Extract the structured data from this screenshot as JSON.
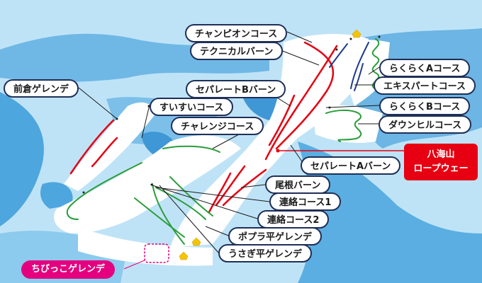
{
  "labels": {
    "champion": "チャンピオンコース",
    "technical": "テクニカルバーン",
    "rakurakuA": "らくらくAコース",
    "expert": "エキスパートコース",
    "rakurakuB": "らくらくBコース",
    "downhill": "ダウンヒルコース",
    "maekura": "前倉ゲレンデ",
    "separateB": "セパレートBバーン",
    "suisui": "すいすいコース",
    "challenge": "チャレンジコース",
    "separateA": "セパレートAバーン",
    "one": "尾根バーン",
    "renraku1": "連絡コース1",
    "renraku2": "連絡コース2",
    "popura": "ポプラ平ゲレンデ",
    "usagi": "うさぎ平ゲレンデ",
    "chibikko": "ちびっこゲレンデ"
  },
  "ropeway": {
    "line1": "八海山",
    "line2": "ロープウェー"
  },
  "colors": {
    "difficult": "#e60012",
    "intermediate": "#2a9d3a",
    "easy_course": "#1e3b8c",
    "ropeway": "#e60012",
    "kids": "#e4007f",
    "lodge": "#f5c400"
  }
}
